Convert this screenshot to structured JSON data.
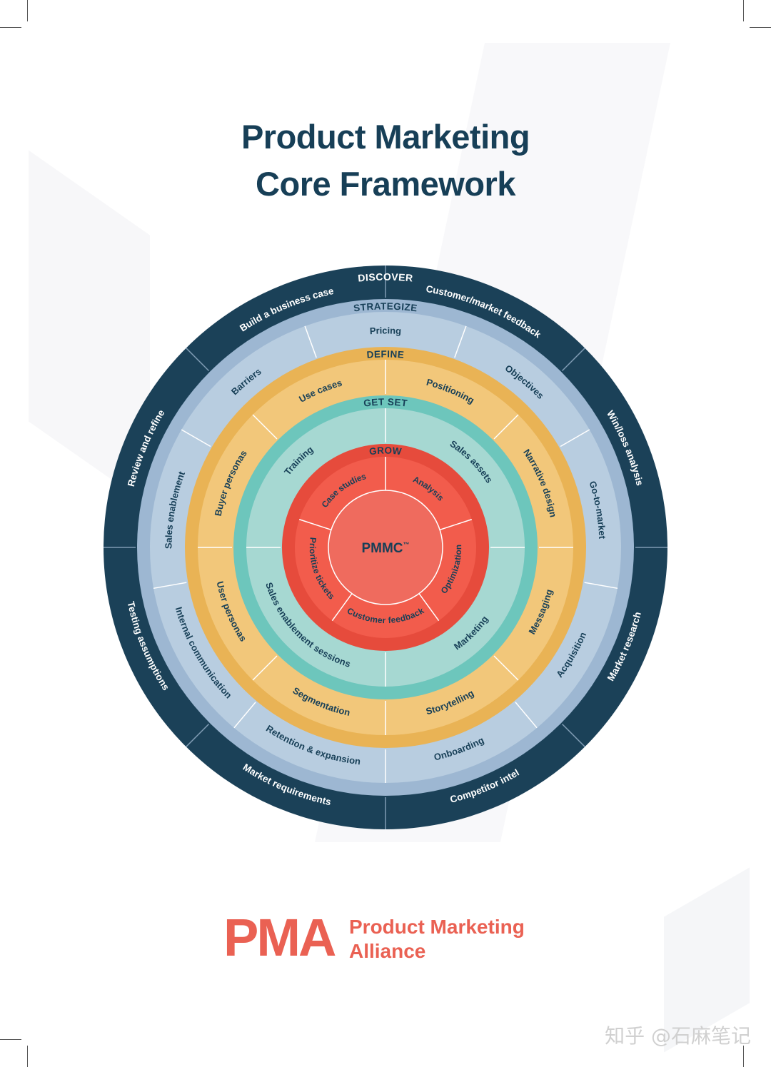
{
  "title": {
    "line1": "Product Marketing",
    "line2": "Core Framework"
  },
  "colors": {
    "discover": "#1b4158",
    "strategize": "#9db7d2",
    "strategize_band": "#b8cde0",
    "define": "#e9b355",
    "define_band": "#f2c77a",
    "getset": "#6dc6bc",
    "getset_band": "#a6d8d2",
    "grow": "#e64b3c",
    "grow_band": "#f25c4c",
    "center": "#ef6b5e",
    "title": "#173f57",
    "brand": "#ea6153"
  },
  "rings": {
    "discover": {
      "label": "DISCOVER",
      "items": [
        "Customer/market feedback",
        "Win/loss analysis",
        "Market research",
        "Competitor intel",
        "Market requirements",
        "Testing assumptions",
        "Review and refine",
        "Build a business case"
      ]
    },
    "strategize": {
      "label": "STRATEGIZE",
      "items": [
        "Objectives",
        "Go-to-market",
        "Acquisition",
        "Onboarding",
        "Retention & expansion",
        "Internal communication",
        "Sales enablement",
        "Barriers",
        "Pricing"
      ]
    },
    "define": {
      "label": "DEFINE",
      "items": [
        "Positioning",
        "Narrative design",
        "Messaging",
        "Storytelling",
        "Segmentation",
        "User personas",
        "Buyer personas",
        "Use cases"
      ]
    },
    "getset": {
      "label": "GET SET",
      "items": [
        "Sales assets",
        "Marketing",
        "Sales enablement sessions",
        "Training"
      ]
    },
    "grow": {
      "label": "GROW",
      "items": [
        "Analysis",
        "Optimization",
        "Customer feedback",
        "Prioritize tickets",
        "Case studies"
      ]
    },
    "center": {
      "label": "PMMC",
      "mark": "™"
    }
  },
  "logo": {
    "mark": "PMA",
    "line1": "Product Marketing",
    "line2": "Alliance"
  },
  "watermark": "知乎 @石麻笔记"
}
